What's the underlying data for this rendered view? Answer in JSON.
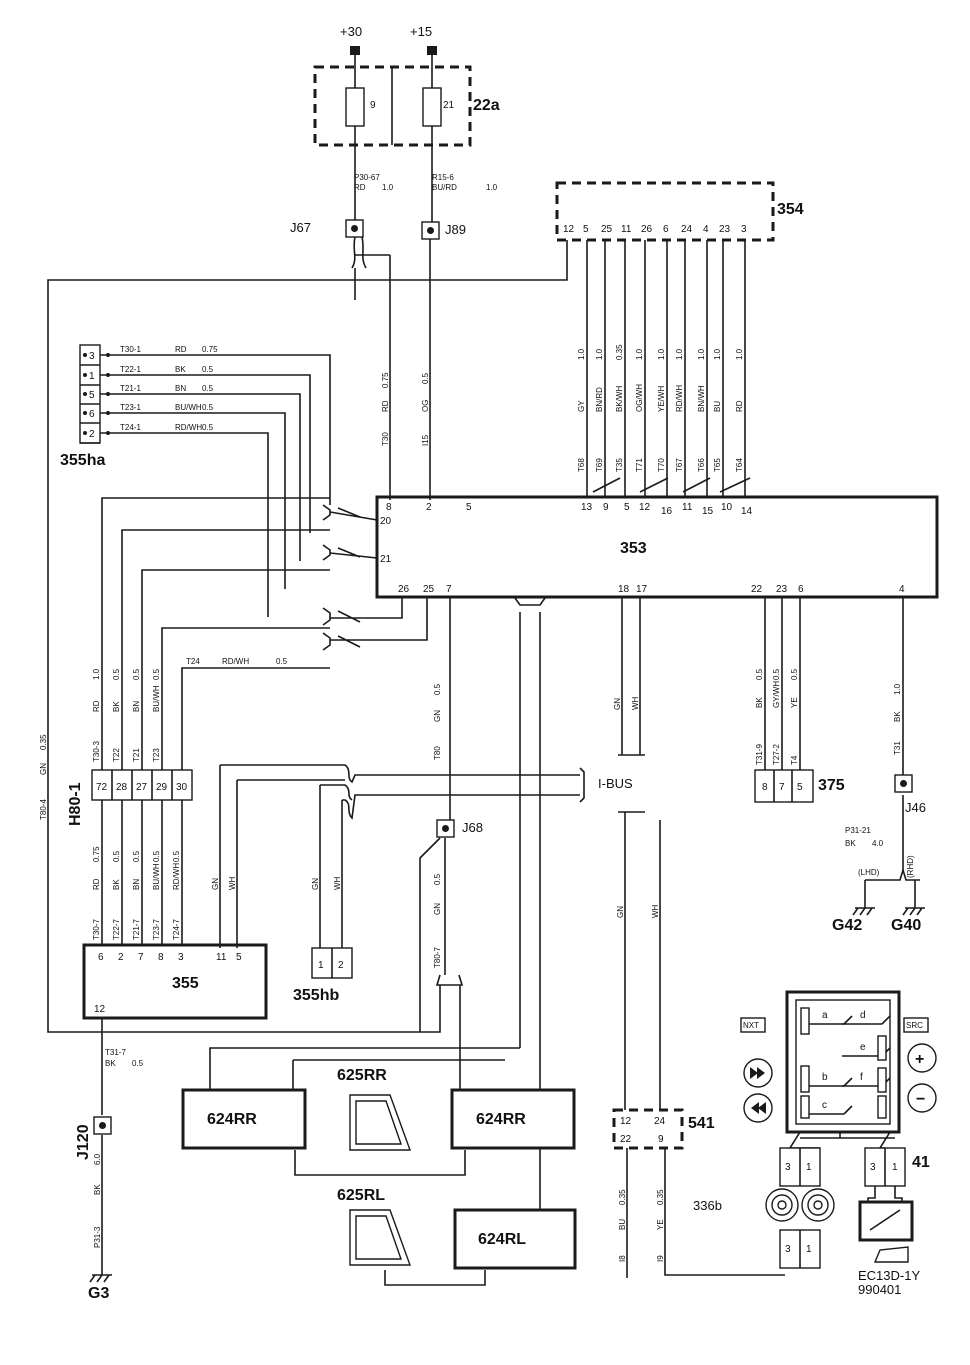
{
  "supply": {
    "plus30": "+30",
    "plus15": "+15"
  },
  "fuse_box": {
    "label": "22a",
    "fuse_a": "9",
    "fuse_b": "21"
  },
  "wire_p30": {
    "code": "P30-67",
    "color": "RD",
    "size": "1.0"
  },
  "wire_r15": {
    "code": "R15-6",
    "color": "BU/RD",
    "size": "1.0"
  },
  "splices": {
    "j67": "J67",
    "j89": "J89",
    "j68": "J68",
    "j46": "J46",
    "j120": "J120"
  },
  "module_354": {
    "label": "354",
    "pins": [
      "12",
      "5",
      "25",
      "11",
      "26",
      "6",
      "24",
      "4",
      "23",
      "3"
    ]
  },
  "wires_354": [
    {
      "size": "1.0",
      "color": "GY",
      "term": "T68"
    },
    {
      "size": "1.0",
      "color": "BN/RD",
      "term": "T69"
    },
    {
      "size": "0.35",
      "color": "BK/WH",
      "term": "T35"
    },
    {
      "size": "1.0",
      "color": "OG/WH",
      "term": "T71"
    },
    {
      "size": "1.0",
      "color": "YE/WH",
      "term": "T70"
    },
    {
      "size": "1.0",
      "color": "RD/WH",
      "term": "T67"
    },
    {
      "size": "1.0",
      "color": "BN/WH",
      "term": "T66"
    },
    {
      "size": "1.0",
      "color": "BU",
      "term": "T65"
    },
    {
      "size": "1.0",
      "color": "RD",
      "term": "T64"
    }
  ],
  "module_353": {
    "label": "353",
    "top_pins": [
      "8",
      "2",
      "5",
      "13",
      "9",
      "5",
      "12",
      "16",
      "11",
      "15",
      "10",
      "14"
    ],
    "left_pins": [
      "20",
      "21"
    ],
    "bottom_pins": [
      "26",
      "25",
      "7",
      "18",
      "17",
      "22",
      "23",
      "6",
      "4"
    ]
  },
  "feed_wires": {
    "rd": {
      "size": "0.75",
      "color": "RD",
      "term": "T30"
    },
    "og": {
      "size": "0.5",
      "color": "OG",
      "term": "I15"
    }
  },
  "connector_355ha": {
    "label": "355ha",
    "rows": [
      {
        "pin": "3",
        "term": "T30-1",
        "color": "RD",
        "size": "0.75"
      },
      {
        "pin": "1",
        "term": "T22-1",
        "color": "BK",
        "size": "0.5"
      },
      {
        "pin": "5",
        "term": "T21-1",
        "color": "BN",
        "size": "0.5"
      },
      {
        "pin": "6",
        "term": "T23-1",
        "color": "BU/WH",
        "size": "0.5"
      },
      {
        "pin": "2",
        "term": "T24-1",
        "color": "RD/WH",
        "size": "0.5"
      }
    ]
  },
  "connector_h80": {
    "label": "H80-1",
    "pins": [
      "72",
      "28",
      "27",
      "29",
      "30"
    ],
    "upper_wires": [
      {
        "size": "1.0",
        "color": "RD",
        "term": "T30-3"
      },
      {
        "size": "0.5",
        "color": "BK",
        "term": "T22"
      },
      {
        "size": "0.5",
        "color": "BN",
        "term": "T21"
      },
      {
        "size": "0.5",
        "color": "BU/WH",
        "term": "T23"
      }
    ],
    "t24_wire": {
      "term": "T24",
      "color": "RD/WH",
      "size": "0.5"
    },
    "lower_wires": [
      {
        "size": "0.75",
        "color": "RD",
        "term": "T30-7"
      },
      {
        "size": "0.5",
        "color": "BK",
        "term": "T22-7"
      },
      {
        "size": "0.5",
        "color": "BN",
        "term": "T21-7"
      },
      {
        "size": "0.5",
        "color": "BU/WH",
        "term": "T23-7"
      },
      {
        "size": "0.5",
        "color": "RD/WH",
        "term": "T24-7"
      }
    ]
  },
  "left_wire": {
    "size": "0.35",
    "color": "GN",
    "term": "T80-4"
  },
  "module_355": {
    "label": "355",
    "pins": [
      "6",
      "2",
      "7",
      "8",
      "3",
      "11",
      "5"
    ],
    "ground_pin": "12"
  },
  "wires_355_bus": {
    "gn": "GN",
    "wh": "WH"
  },
  "connector_355hb": {
    "label": "355hb",
    "pins": [
      "1",
      "2"
    ],
    "gn": "GN",
    "wh": "WH"
  },
  "ibus": {
    "label": "I-BUS",
    "gn": "GN",
    "wh": "WH"
  },
  "pin7_wire": {
    "size": "0.5",
    "color": "GN",
    "term": "T80",
    "size2": "0.5",
    "color2": "GN",
    "term2": "T80-7"
  },
  "connector_375": {
    "label": "375",
    "pins": [
      "8",
      "7",
      "5"
    ],
    "wires": [
      {
        "size": "0.5",
        "color": "BK",
        "term": "T31-9"
      },
      {
        "size": "0.5",
        "color": "GY/WH",
        "term": "T27-2"
      },
      {
        "size": "0.5",
        "color": "YE",
        "term": "T4"
      }
    ]
  },
  "ground_j46": {
    "size": "1.0",
    "color": "BK",
    "term": "T31",
    "wire2_code": "P31-21",
    "wire2_color": "BK",
    "wire2_size": "4.0",
    "lhd": "(LHD)",
    "rhd": "(RHD)",
    "g42": "G42",
    "g40": "G40"
  },
  "ground_j120": {
    "code": "T31-7",
    "color": "BK",
    "size": "0.5",
    "size2": "6.0",
    "color2": "BK",
    "code2": "P31-3",
    "g3": "G3"
  },
  "speakers": {
    "rr_a": "624RR",
    "rr_b": "624RR",
    "rl": "624RL",
    "tweeter_rr": "625RR",
    "tweeter_rl": "625RL"
  },
  "connector_541": {
    "label": "541",
    "pins_top": [
      "12",
      "24"
    ],
    "pins_bottom": [
      "22",
      "9"
    ],
    "w1": {
      "size": "0.35",
      "color": "BU",
      "term": "I8"
    },
    "w2": {
      "size": "0.35",
      "color": "YE",
      "term": "I9"
    }
  },
  "clockspring": {
    "label": "336b"
  },
  "switches": {
    "nxt": "NXT",
    "src": "SRC",
    "contacts": [
      "a",
      "b",
      "c",
      "d",
      "e",
      "f"
    ],
    "plus": "+",
    "minus": "−"
  },
  "horn_conn": {
    "label": "41"
  },
  "footer": {
    "code": "EC13D-1Y",
    "date": "990401"
  },
  "colors": {
    "ink": "#1a1a1a",
    "paper": "#ffffff"
  }
}
